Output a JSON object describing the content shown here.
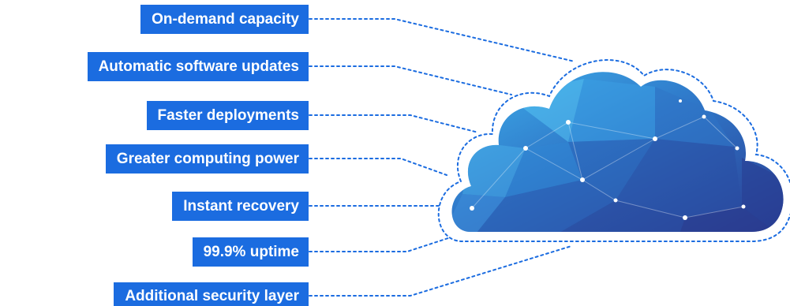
{
  "diagram": {
    "labels": [
      "On-demand capacity",
      "Automatic software updates",
      "Faster deployments",
      "Greater computing power",
      "Instant recovery",
      "99.9% uptime",
      "Additional security layer"
    ],
    "colors": {
      "label_background": "#1b6ce0",
      "label_text": "#ffffff",
      "connector": "#1b6ce0",
      "cloud_light": "#3aa9e8",
      "cloud_dark": "#2a3f95"
    },
    "icon": "cloud-icon"
  }
}
